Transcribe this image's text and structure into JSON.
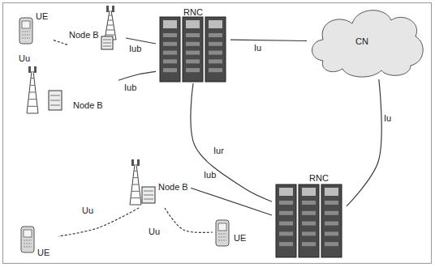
{
  "diagram": {
    "nodes": [
      {
        "text": [
          "UE"
        ]
      },
      {
        "text": [
          "Node B"
        ]
      },
      {
        "text": [
          "RNC"
        ]
      },
      {
        "text": [
          "CN"
        ]
      },
      {
        "text": [
          "Node B"
        ]
      },
      {
        "text": [
          "Node B"
        ]
      },
      {
        "text": [
          "RNC"
        ]
      },
      {
        "text": [
          "UE"
        ]
      },
      {
        "text": [
          "UE"
        ]
      }
    ],
    "edges": [
      {
        "from": 0,
        "to": 1,
        "label": "Uu",
        "arrow": "none"
      },
      {
        "from": 1,
        "to": 2,
        "label": "Iub",
        "arrow": "none"
      },
      {
        "from": 2,
        "to": 3,
        "label": "Iu",
        "arrow": "none"
      },
      {
        "from": 4,
        "to": 2,
        "label": "Iub",
        "arrow": "none"
      },
      {
        "from": 2,
        "to": 6,
        "label": "Iur",
        "arrow": "none"
      },
      {
        "from": 3,
        "to": 6,
        "label": "Iu",
        "arrow": "none"
      },
      {
        "from": 5,
        "to": 6,
        "label": "Iub",
        "arrow": "none"
      },
      {
        "from": 5,
        "to": 7,
        "label": "Uu",
        "arrow": "none"
      },
      {
        "from": 5,
        "to": 8,
        "label": "Uu",
        "arrow": "none"
      }
    ]
  }
}
